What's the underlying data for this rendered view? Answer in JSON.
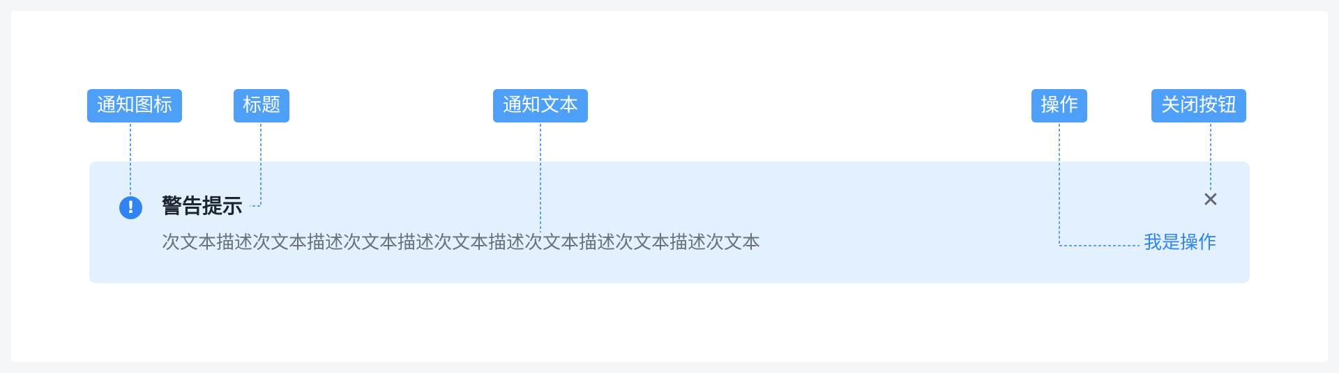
{
  "annotations": {
    "icon_label": "通知图标",
    "title_label": "标题",
    "text_label": "通知文本",
    "action_label": "操作",
    "close_label": "关闭按钮"
  },
  "notification": {
    "title": "警告提示",
    "text": "次文本描述次文本描述次文本描述次文本描述次文本描述次文本描述次文本",
    "action": "我是操作",
    "close_symbol": "✕",
    "icon_glyph": "!",
    "icon_name": "warning-icon",
    "icon_color": "#2f84f2",
    "background_color": "#e2f1fd"
  },
  "colors": {
    "tag_background": "#4d9ff7",
    "leader_line": "#2f84f2",
    "page_background": "#f5f6f8"
  }
}
